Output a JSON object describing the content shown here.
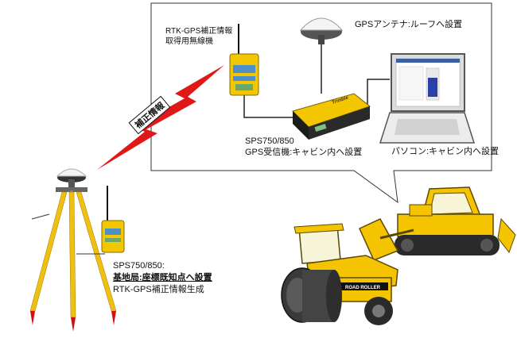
{
  "labels": {
    "radio_line1": "RTK-GPS補正情報",
    "radio_line2": "取得用無線機",
    "antenna": "GPSアンテナ:ルーフへ設置",
    "receiver_line1": "SPS750/850",
    "receiver_line2": "GPS受信機:キャビン内へ設置",
    "pc": "パソコン:キャビン内へ設置",
    "signal": "補正情報",
    "base_line1": "SPS750/850:",
    "base_line2": "基地局:座標既知点へ設置",
    "base_line3": "RTK-GPS補正情報生成",
    "roller_text": "ROAD ROLLER",
    "receiver_brand": "Trimble"
  },
  "colors": {
    "equipment_yellow": "#f2c700",
    "radio_blue": "#4f8fc8",
    "signal_red": "#e01818",
    "tripod_yellow": "#f0c010",
    "tripod_red": "#d01010",
    "machine_yellow": "#f5c400"
  }
}
